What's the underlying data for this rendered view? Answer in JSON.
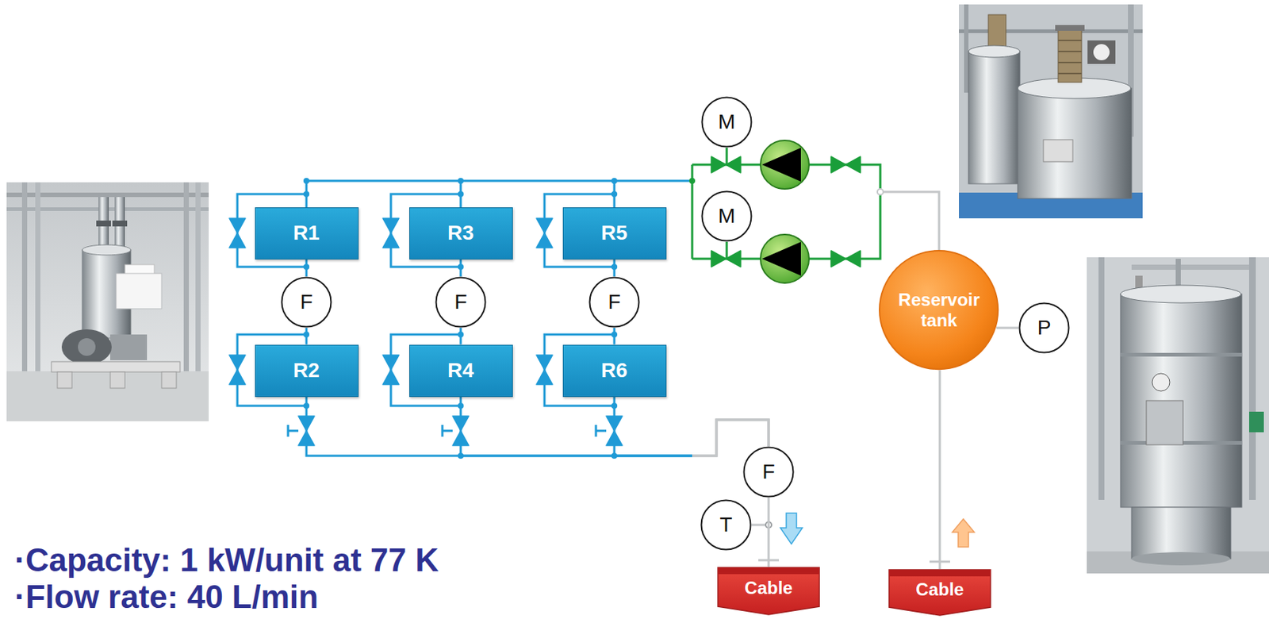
{
  "diagram": {
    "nodes": [
      {
        "text": [
          "M"
        ]
      },
      {
        "text": [
          "M"
        ]
      },
      {
        "text": [
          "R1"
        ]
      },
      {
        "text": [
          "R3"
        ]
      },
      {
        "text": [
          "R5"
        ]
      },
      {
        "text": [
          "F"
        ]
      },
      {
        "text": [
          "F"
        ]
      },
      {
        "text": [
          "F"
        ]
      },
      {
        "text": [
          "Reservoir tank"
        ]
      },
      {
        "text": [
          "P"
        ]
      },
      {
        "text": [
          "R2"
        ]
      },
      {
        "text": [
          "R4"
        ]
      },
      {
        "text": [
          "R6"
        ]
      },
      {
        "text": [
          "F"
        ]
      },
      {
        "text": [
          "T"
        ]
      },
      {
        "text": [
          "Cable"
        ]
      },
      {
        "text": [
          "Cable"
        ]
      }
    ],
    "edges": [
      {
        "from": 2,
        "to": 5,
        "arrow": "none"
      },
      {
        "from": 5,
        "to": 10,
        "arrow": "none"
      },
      {
        "from": 3,
        "to": 6,
        "arrow": "none"
      },
      {
        "from": 6,
        "to": 11,
        "arrow": "none"
      },
      {
        "from": 4,
        "to": 7,
        "arrow": "none"
      },
      {
        "from": 7,
        "to": 12,
        "arrow": "none"
      },
      {
        "from": 10,
        "to": 13,
        "arrow": "none"
      },
      {
        "from": 11,
        "to": 13,
        "arrow": "none"
      },
      {
        "from": 12,
        "to": 13,
        "arrow": "none"
      },
      {
        "from": 13,
        "to": 15,
        "arrow": "none"
      },
      {
        "from": 16,
        "to": 8,
        "arrow": "none"
      },
      {
        "from": 8,
        "to": 9,
        "arrow": "none"
      }
    ],
    "labels": [
      "·Capacity: 1 kW/unit at 77 K",
      "·Flow rate: 40 L/min"
    ]
  }
}
